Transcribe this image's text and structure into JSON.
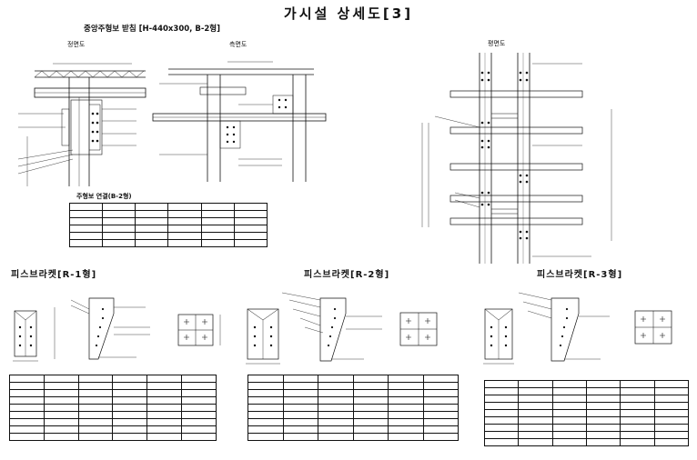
{
  "sheet": {
    "title": "가시설 상세도[3]",
    "subtitle": "중앙주형보 받침 [H-440x300, B-2형]",
    "views": {
      "front": "정면도",
      "side": "측면도",
      "plan": "평면도"
    },
    "table_top_title": "주형보 연결(B-2형)",
    "bracket_titles": [
      "피스브라켓[R-1형]",
      "피스브라켓[R-2형]",
      "피스브라켓[R-3형]"
    ],
    "table_top_rows": [
      [
        "",
        "",
        "",
        "",
        "",
        ""
      ],
      [
        "",
        "",
        "",
        "",
        "",
        ""
      ],
      [
        "",
        "",
        "",
        "",
        "",
        ""
      ],
      [
        "",
        "",
        "",
        "",
        "",
        ""
      ],
      [
        "",
        "",
        "",
        "",
        "",
        ""
      ],
      [
        "",
        "",
        "",
        "",
        "",
        ""
      ]
    ],
    "bracket_table_rows": [
      [
        "",
        "",
        "",
        "",
        "",
        ""
      ],
      [
        "",
        "",
        "",
        "",
        "",
        ""
      ],
      [
        "",
        "",
        "",
        "",
        "",
        ""
      ],
      [
        "",
        "",
        "",
        "",
        "",
        ""
      ],
      [
        "",
        "",
        "",
        "",
        "",
        ""
      ],
      [
        "",
        "",
        "",
        "",
        "",
        ""
      ],
      [
        "",
        "",
        "",
        "",
        "",
        ""
      ],
      [
        "",
        "",
        "",
        "",
        "",
        ""
      ],
      [
        "",
        "",
        "",
        "",
        "",
        ""
      ]
    ]
  }
}
